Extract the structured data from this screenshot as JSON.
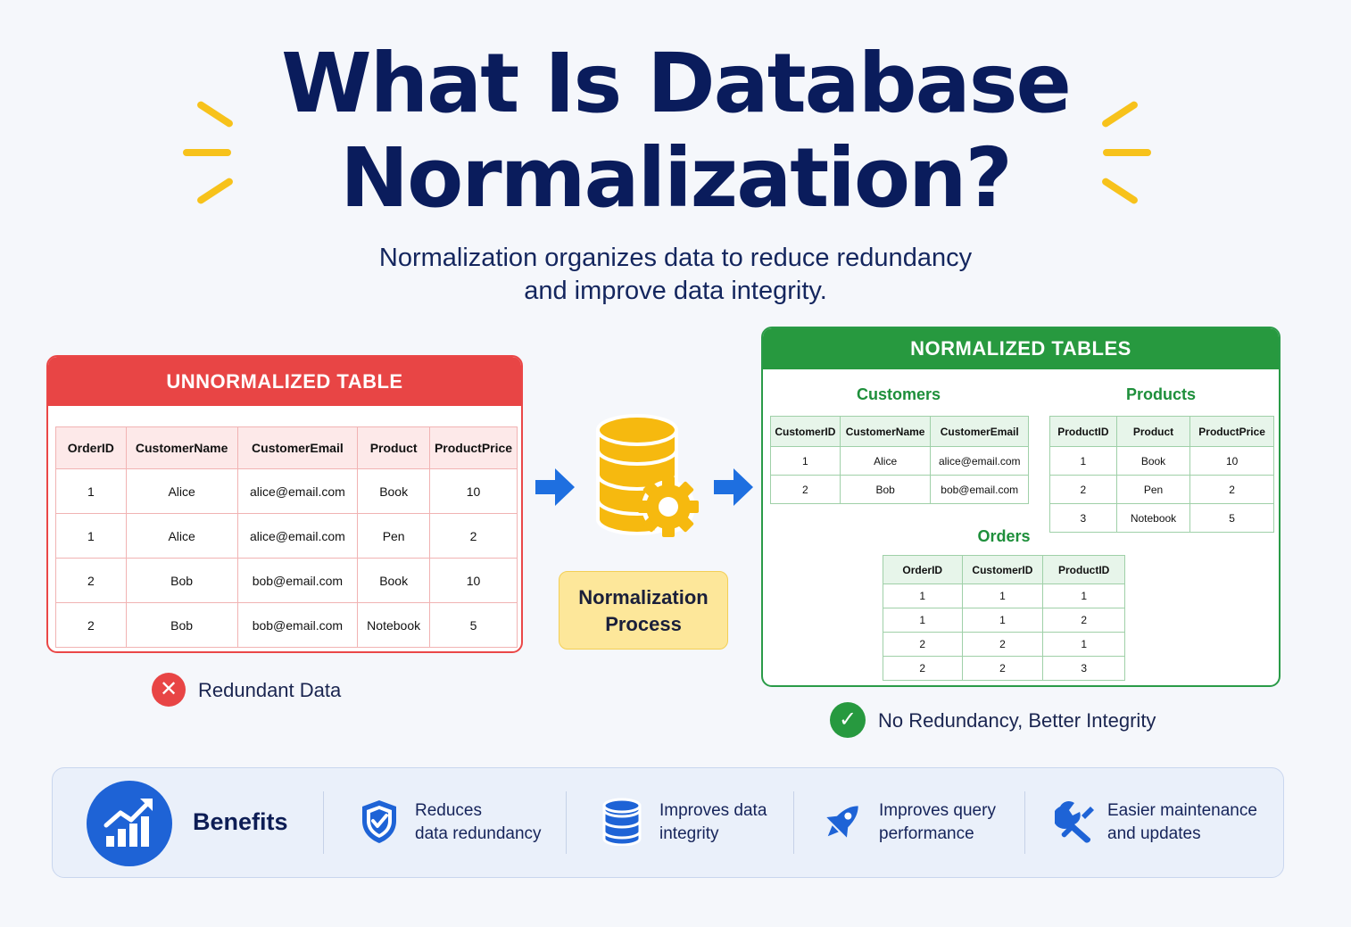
{
  "title_line1": "What Is Database",
  "title_line2": "Normalization?",
  "subtitle_line1": "Normalization organizes data to reduce redundancy",
  "subtitle_line2": "and improve data integrity.",
  "unnormalized": {
    "header": "UNNORMALIZED TABLE",
    "columns": [
      "OrderID",
      "CustomerName",
      "CustomerEmail",
      "Product",
      "ProductPrice"
    ],
    "rows": [
      [
        "1",
        "Alice",
        "alice@email.com",
        "Book",
        "10"
      ],
      [
        "1",
        "Alice",
        "alice@email.com",
        "Pen",
        "2"
      ],
      [
        "2",
        "Bob",
        "bob@email.com",
        "Book",
        "10"
      ],
      [
        "2",
        "Bob",
        "bob@email.com",
        "Notebook",
        "5"
      ]
    ],
    "status": "Redundant Data"
  },
  "process_label_line1": "Normalization",
  "process_label_line2": "Process",
  "normalized": {
    "header": "NORMALIZED TABLES",
    "customers": {
      "title": "Customers",
      "columns": [
        "CustomerID",
        "CustomerName",
        "CustomerEmail"
      ],
      "rows": [
        [
          "1",
          "Alice",
          "alice@email.com"
        ],
        [
          "2",
          "Bob",
          "bob@email.com"
        ]
      ]
    },
    "products": {
      "title": "Products",
      "columns": [
        "ProductID",
        "Product",
        "ProductPrice"
      ],
      "rows": [
        [
          "1",
          "Book",
          "10"
        ],
        [
          "2",
          "Pen",
          "2"
        ],
        [
          "3",
          "Notebook",
          "5"
        ]
      ]
    },
    "orders": {
      "title": "Orders",
      "columns": [
        "OrderID",
        "CustomerID",
        "ProductID"
      ],
      "rows": [
        [
          "1",
          "1",
          "1"
        ],
        [
          "1",
          "1",
          "2"
        ],
        [
          "2",
          "2",
          "1"
        ],
        [
          "2",
          "2",
          "3"
        ]
      ]
    },
    "status": "No Redundancy, Better Integrity"
  },
  "benefits": {
    "title": "Benefits",
    "items": [
      {
        "icon": "shield-check-icon",
        "line1": "Reduces",
        "line2": "data redundancy"
      },
      {
        "icon": "database-icon",
        "line1": "Improves data",
        "line2": "integrity"
      },
      {
        "icon": "rocket-icon",
        "line1": "Improves query",
        "line2": "performance"
      },
      {
        "icon": "wrench-icon",
        "line1": "Easier maintenance",
        "line2": "and updates"
      }
    ]
  },
  "colors": {
    "red": "#e84545",
    "green": "#27993f",
    "blue": "#1e63d6",
    "yellow": "#f7c21b",
    "navy": "#0a1c5c"
  }
}
